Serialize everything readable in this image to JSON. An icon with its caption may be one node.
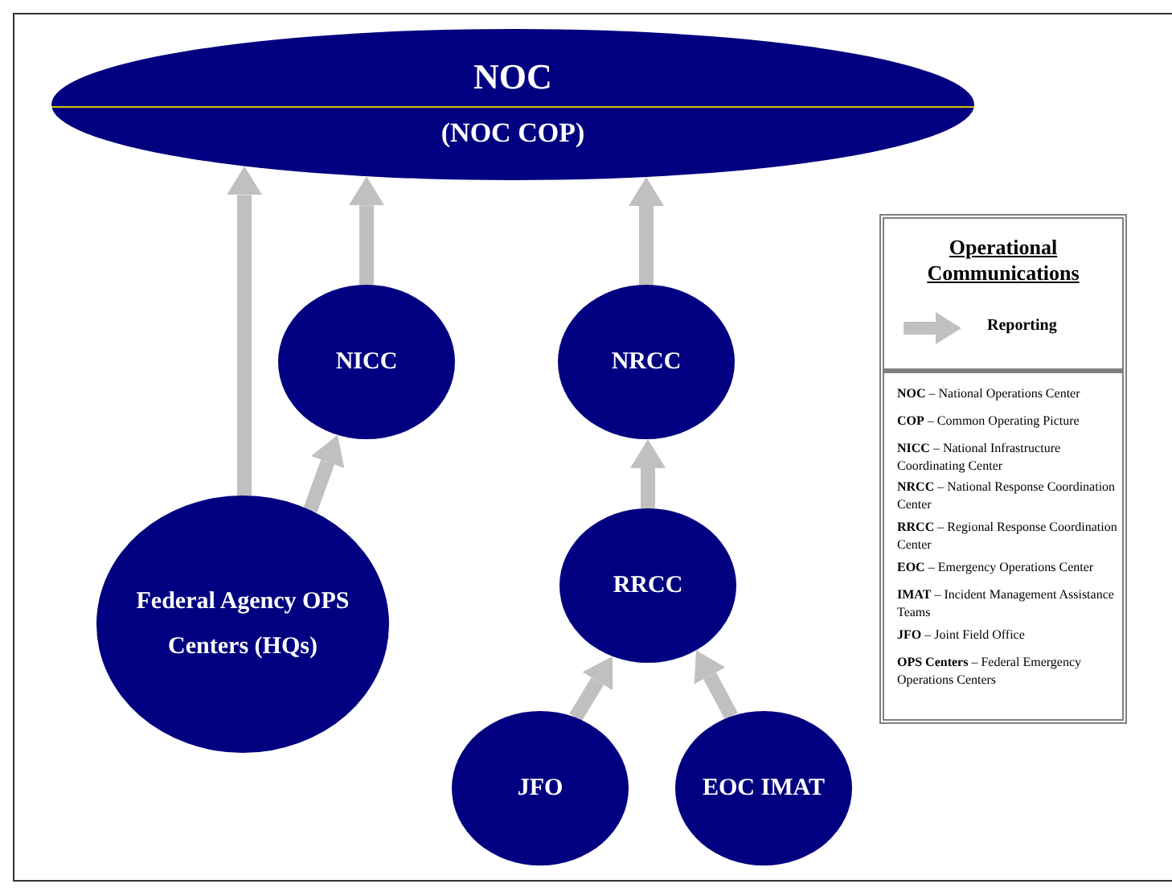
{
  "diagram": {
    "nodes": [
      {
        "text": [
          "NOC",
          "(NOC COP)"
        ]
      },
      {
        "text": [
          "NICC"
        ]
      },
      {
        "text": [
          "NRCC"
        ]
      },
      {
        "text": [
          "Federal Agency OPS Centers (HQs)"
        ]
      },
      {
        "text": [
          "RRCC"
        ]
      },
      {
        "text": [
          "JFO"
        ]
      },
      {
        "text": [
          "EOC IMAT"
        ]
      }
    ],
    "edges": [
      {
        "from": 3,
        "to": 0,
        "arrow": "to"
      },
      {
        "from": 1,
        "to": 0,
        "arrow": "to"
      },
      {
        "from": 2,
        "to": 0,
        "arrow": "to"
      },
      {
        "from": 3,
        "to": 1,
        "arrow": "to"
      },
      {
        "from": 4,
        "to": 2,
        "arrow": "to"
      },
      {
        "from": 5,
        "to": 4,
        "arrow": "to"
      },
      {
        "from": 6,
        "to": 4,
        "arrow": "to"
      }
    ],
    "labels": [
      "Operational Communications",
      "**NOC** – National Operations Center",
      "**COP** – Common Operating Picture",
      "**NICC** – National Infrastructure Coordinating Center",
      "**NRCC** – National Response Coordination Center",
      "**RRCC** – Regional Response Coordination Center",
      "**EOC** – Emergency Operations Center",
      "**IMAT**  – Incident Management Assistance Teams",
      "**JFO** – Joint Field Office",
      "**OPS Centers** – Federal Emergency Operations Centers"
    ],
    "legend": [
      {
        "text": "Reporting"
      }
    ]
  }
}
